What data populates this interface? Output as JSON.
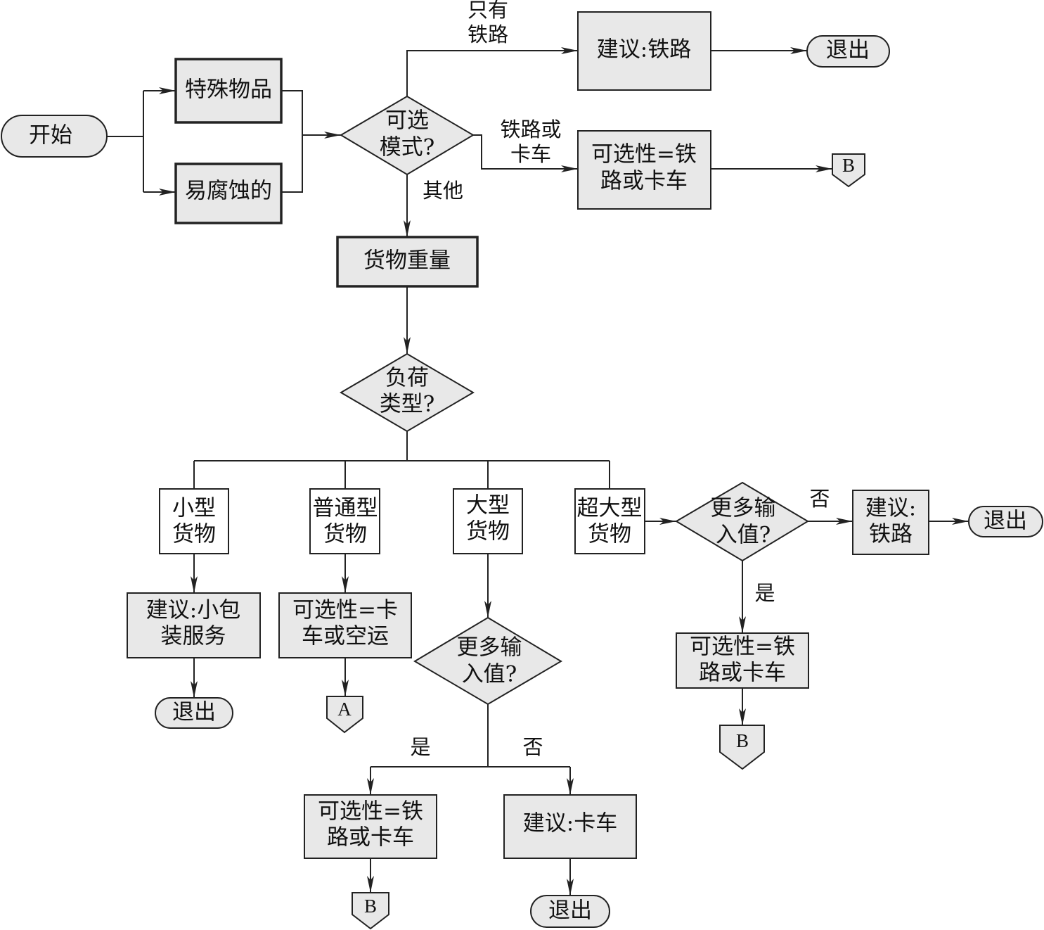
{
  "nodes": {
    "start": "开始",
    "special": "特殊物品",
    "perishable": "易腐蚀的",
    "mode": [
      "可选",
      "模式?"
    ],
    "rail_only_rec": "建议:铁路",
    "exit_top": "退出",
    "mode_rail_truck": [
      "可选性=铁",
      "路或卡车"
    ],
    "conn_b_top": "B",
    "weight": "货物重量",
    "load_type": [
      "负荷",
      "类型?"
    ],
    "small": [
      "小型",
      "货物"
    ],
    "normal": [
      "普通型",
      "货物"
    ],
    "large": [
      "大型",
      "货物"
    ],
    "oversize": [
      "超大型",
      "货物"
    ],
    "small_rec": [
      "建议:小包",
      "装服务"
    ],
    "small_exit": "退出",
    "normal_rec": [
      "可选性=卡",
      "车或空运"
    ],
    "conn_a": "A",
    "large_more": [
      "更多输",
      "入值?"
    ],
    "large_yes_rec": [
      "可选性=铁",
      "路或卡车"
    ],
    "conn_b_bottom": "B",
    "large_no_rec": "建议:卡车",
    "large_exit": "退出",
    "over_more": [
      "更多输",
      "入值?"
    ],
    "over_no_rec": [
      "建议:",
      "铁路"
    ],
    "over_exit": "退出",
    "over_yes_rec": [
      "可选性=铁",
      "路或卡车"
    ],
    "conn_b_right": "B"
  },
  "edge_labels": {
    "rail_only": [
      "只有",
      "铁路"
    ],
    "rail_or_truck": [
      "铁路或",
      "卡车"
    ],
    "other": "其他",
    "large_yes": "是",
    "large_no": "否",
    "over_no": "否",
    "over_yes": "是"
  }
}
